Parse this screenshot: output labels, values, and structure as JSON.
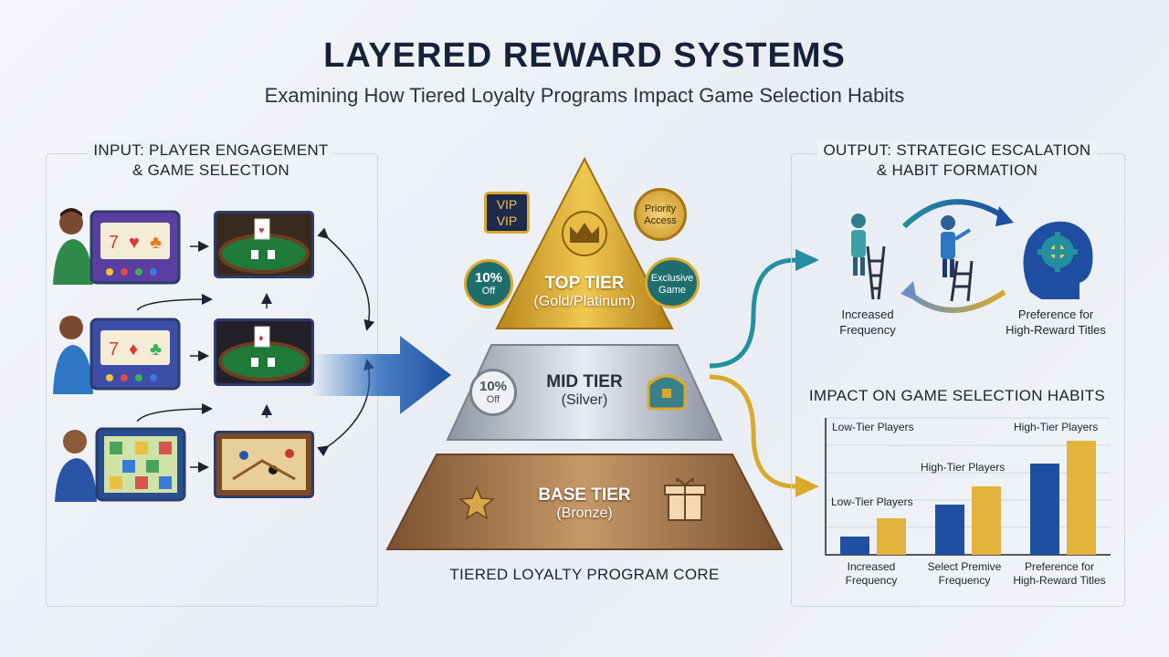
{
  "header": {
    "title": "LAYERED REWARD SYSTEMS",
    "subtitle": "Examining How Tiered Loyalty Programs Impact Game Selection Habits"
  },
  "input_panel": {
    "heading_line1": "INPUT: PLAYER ENGAGEMENT",
    "heading_line2": "& GAME SELECTION"
  },
  "pyramid": {
    "top": {
      "name": "TOP TIER",
      "sub": "(Gold/Platinum)"
    },
    "mid": {
      "name": "MID TIER",
      "sub": "(Silver)"
    },
    "base": {
      "name": "BASE TIER",
      "sub": "(Bronze)"
    },
    "caption": "TIERED LOYALTY PROGRAM CORE",
    "badges": {
      "vip_top": "VIP",
      "vip_bottom": "VIP",
      "priority_line1": "Priority",
      "priority_line2": "Access",
      "discount_top_line1": "10%",
      "discount_top_line2": "Off",
      "exclusive_line1": "Exclusive",
      "exclusive_line2": "Game",
      "discount_mid_line1": "10%",
      "discount_mid_line2": "Off"
    }
  },
  "output_panel": {
    "heading_line1": "OUTPUT: STRATEGIC ESCALATION",
    "heading_line2": "& HABIT FORMATION",
    "caption_left_line1": "Increased",
    "caption_left_line2": "Frequency",
    "caption_right_line1": "Preference for",
    "caption_right_line2": "High-Reward Titles"
  },
  "impact_heading": "IMPACT ON GAME SELECTION HABITS",
  "chart_data": {
    "type": "bar",
    "title": "IMPACT ON GAME SELECTION HABITS",
    "categories": [
      "Increased\nFrequency",
      "Select Premive\nFrequency",
      "Preference for\nHigh-Reward Titles"
    ],
    "categories_line1": [
      "Increased",
      "Select Premive",
      "Preference for"
    ],
    "categories_line2": [
      "Frequency",
      "Frequency",
      "High-Reward Titles"
    ],
    "series": [
      {
        "name": "Low-Tier Players",
        "values": [
          2,
          5.5,
          10
        ],
        "color": "#1f4fa0"
      },
      {
        "name": "High-Tier Players",
        "values": [
          4,
          7.5,
          12.5
        ],
        "color": "#e3b43c"
      }
    ],
    "annotations": [
      "Low-Tier Players",
      "High-Tier Players",
      "Low-Tier Players",
      "High-Tier Players"
    ],
    "ylim": [
      0,
      15
    ],
    "grid": true,
    "legend": "none"
  },
  "colors": {
    "gold": "#d9a92c",
    "silver": "#b9bec8",
    "bronze": "#a8784b",
    "arrow_blue": "#2263b8",
    "teal": "#238fa0",
    "navy": "#1c2a4d"
  }
}
